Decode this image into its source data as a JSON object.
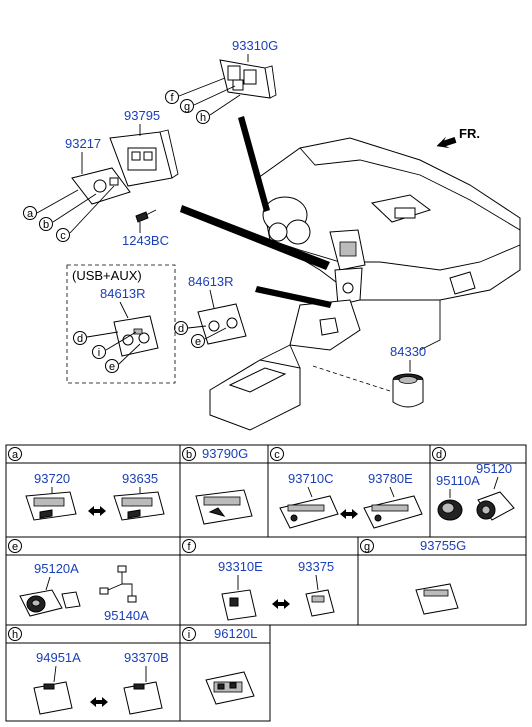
{
  "top": {
    "direction_label": "FR.",
    "parts": {
      "p93310G": "93310G",
      "p93795": "93795",
      "p93217": "93217",
      "p1243BC": "1243BC",
      "p84613R_usb": "84613R",
      "p84613R": "84613R",
      "p84330": "84330"
    },
    "usb_group_label": "(USB+AUX)",
    "callouts": {
      "a": "a",
      "b": "b",
      "c": "c",
      "d1": "d",
      "d2": "d",
      "e1": "e",
      "e2": "e",
      "f": "f",
      "g": "g",
      "h": "h",
      "i": "i"
    }
  },
  "table": {
    "a": {
      "letter": "a",
      "parts": [
        "93720",
        "93635"
      ]
    },
    "b": {
      "letter": "b",
      "header_part": "93790G"
    },
    "c": {
      "letter": "c",
      "parts": [
        "93710C",
        "93780E"
      ]
    },
    "d": {
      "letter": "d",
      "parts": [
        "95110A",
        "95120"
      ]
    },
    "e": {
      "letter": "e",
      "parts": [
        "95120A",
        "95140A"
      ]
    },
    "f": {
      "letter": "f",
      "parts": [
        "93310E",
        "93375"
      ]
    },
    "g": {
      "letter": "g",
      "header_part": "93755G"
    },
    "h": {
      "letter": "h",
      "parts": [
        "94951A",
        "93370B"
      ]
    },
    "i": {
      "letter": "i",
      "header_part": "96120L"
    }
  },
  "icons": {
    "direction_arrow": "arrow-icon",
    "swap_arrow": "double-arrow-icon"
  }
}
